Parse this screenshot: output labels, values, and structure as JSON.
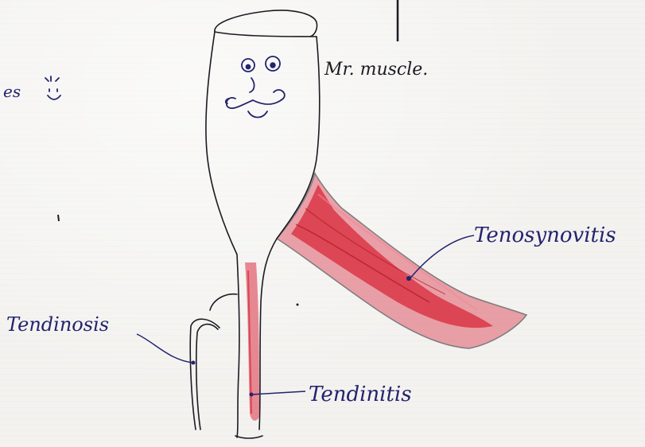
{
  "labels": {
    "muscle": "Mr. muscle.",
    "tenosynovitis": "Tenosynovitis",
    "tendinosis": "Tendinosis",
    "tendinitis": "Tendinitis",
    "margin_fragment": "es"
  },
  "colors": {
    "ink_black": "#1c1b22",
    "ink_blue": "#23236e",
    "inflamed_red": "#d8283a",
    "inflamed_pink": "#e05a6a"
  }
}
